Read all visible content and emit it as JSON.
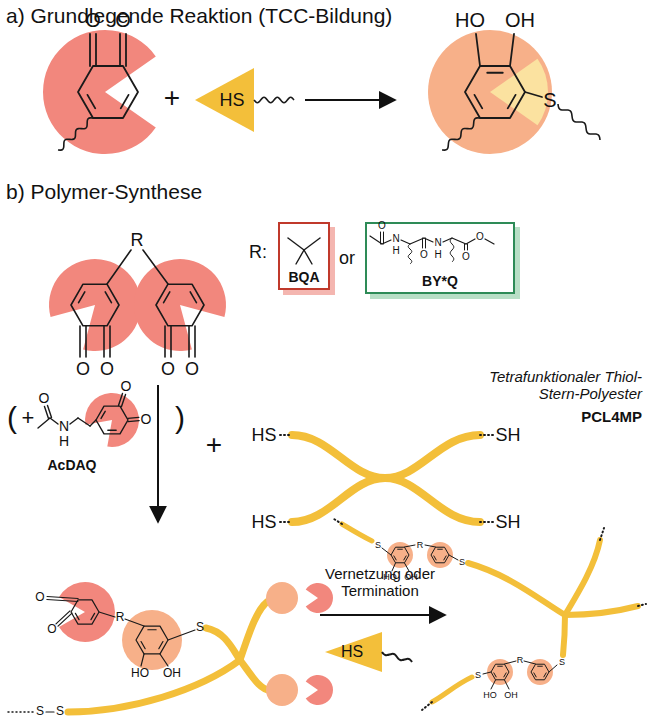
{
  "diagram": {
    "nodes": [
      {
        "text": [
          "BQA"
        ]
      },
      {
        "text": [
          "BY*Q"
        ]
      }
    ],
    "labels": [
      "a) Grundlegende Reaktion (TCC-Bildung)",
      "O",
      "O",
      "+",
      "HS",
      "HO",
      "OH",
      "S",
      "b) Polymer-Synthese",
      "R",
      "O",
      "O",
      "O",
      "O",
      "R:",
      "or",
      "N",
      "H",
      "N",
      "H",
      "O",
      "O",
      "O",
      "O",
      "(",
      "+",
      "N",
      "H",
      "O",
      "O",
      "O",
      ")",
      "AcDAQ",
      "+",
      "Tetrafunktionaler Thiol-Stern-Polyester",
      "PCL4MP",
      "HS",
      "SH",
      "HS",
      "SH",
      "Vernetzung oder Termination",
      "HS",
      "O",
      "O",
      "R",
      "HO",
      "OH",
      "S",
      "S",
      "S",
      "S",
      "HO",
      "OH",
      "R",
      "S",
      "S",
      "HO",
      "OH",
      "R",
      "S"
    ]
  }
}
